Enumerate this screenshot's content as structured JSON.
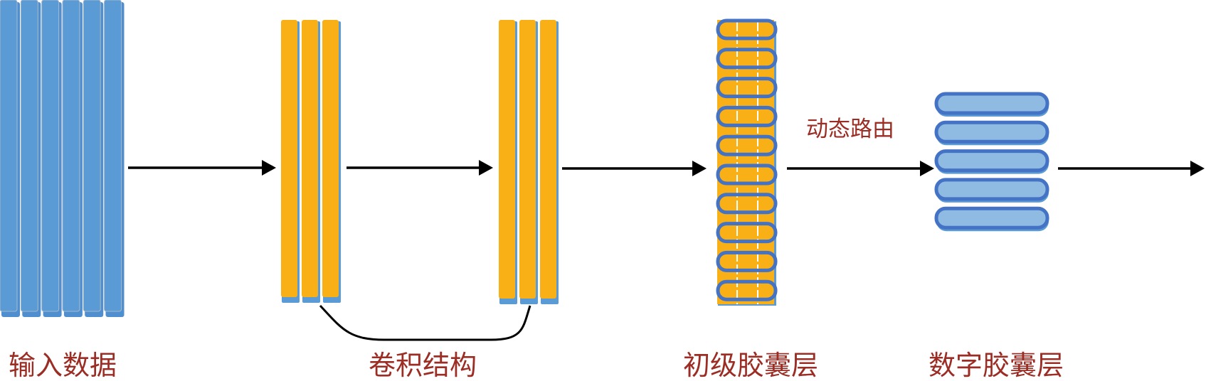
{
  "labels": {
    "input": "输入数据",
    "conv": "卷积结构",
    "primary_caps": "初级胶囊层",
    "digit_caps": "数字胶囊层",
    "routing": "动态路由"
  },
  "colors": {
    "input_bar": "#5b9bd5",
    "conv_bar": "#f8b016",
    "capsule_outline": "#4472c4",
    "digit_capsule_fill": "#8fbbe3",
    "label_text": "#9b2d24",
    "arrow": "#000000"
  },
  "counts": {
    "input_maps": 6,
    "conv_block_maps": 3,
    "primary_capsules": 10,
    "digit_capsules": 5
  }
}
